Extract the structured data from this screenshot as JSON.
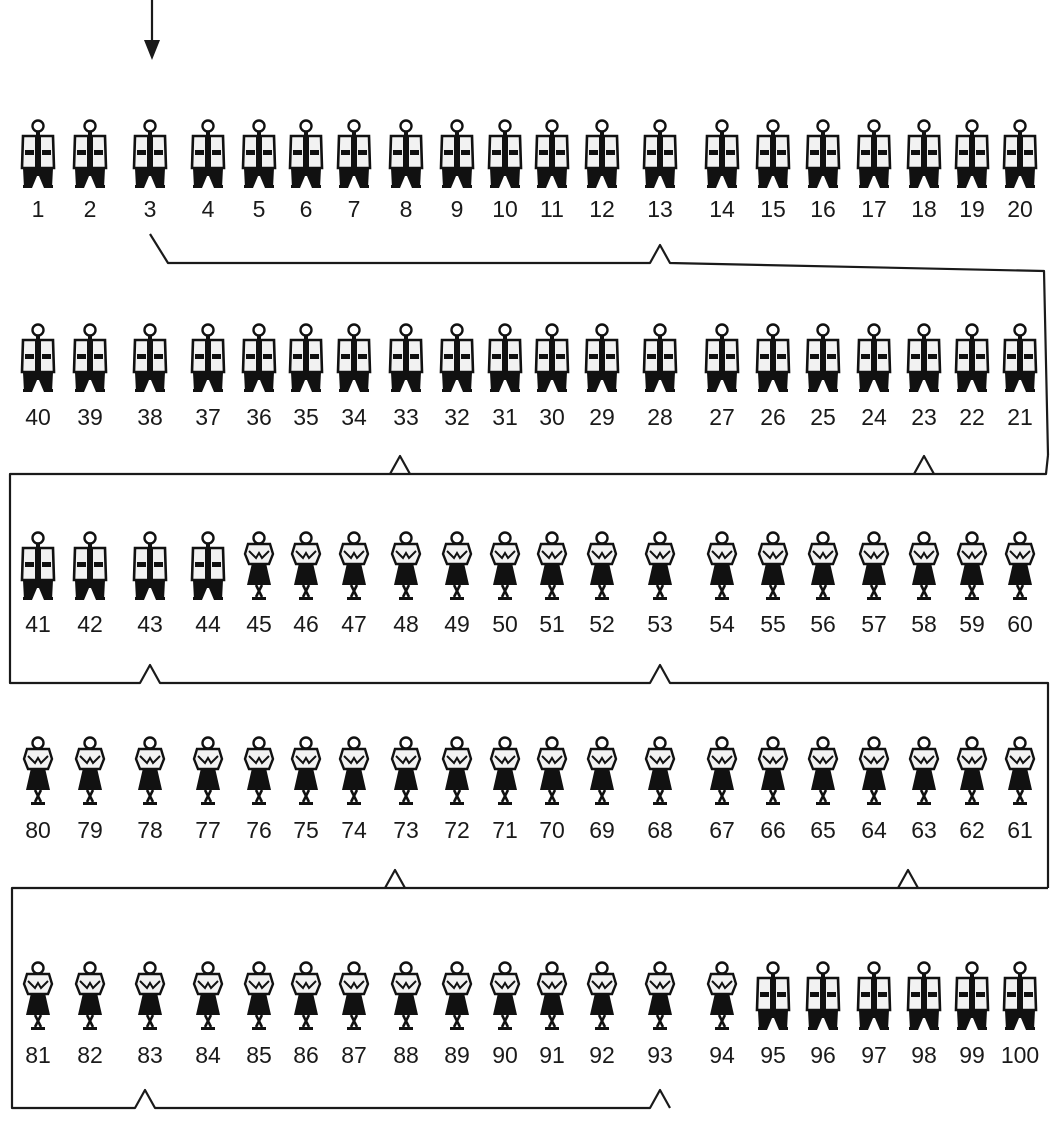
{
  "diagram": {
    "rows": [
      {
        "numbers": [
          "1",
          "2",
          "3",
          "4",
          "5",
          "6",
          "7",
          "8",
          "9",
          "10",
          "11",
          "12",
          "13",
          "14",
          "15",
          "16",
          "17",
          "18",
          "19",
          "20"
        ],
        "figures": [
          "m",
          "m",
          "m",
          "m",
          "m",
          "m",
          "m",
          "m",
          "m",
          "m",
          "m",
          "m",
          "m",
          "m",
          "m",
          "m",
          "m",
          "m",
          "m",
          "m"
        ]
      },
      {
        "numbers": [
          "40",
          "39",
          "38",
          "37",
          "36",
          "35",
          "34",
          "33",
          "32",
          "31",
          "30",
          "29",
          "28",
          "27",
          "26",
          "25",
          "24",
          "23",
          "22",
          "21"
        ],
        "figures": [
          "m",
          "m",
          "m",
          "m",
          "m",
          "m",
          "m",
          "m",
          "m",
          "m",
          "m",
          "m",
          "m",
          "m",
          "m",
          "m",
          "m",
          "m",
          "m",
          "m"
        ]
      },
      {
        "numbers": [
          "41",
          "42",
          "43",
          "44",
          "45",
          "46",
          "47",
          "48",
          "49",
          "50",
          "51",
          "52",
          "53",
          "54",
          "55",
          "56",
          "57",
          "58",
          "59",
          "60"
        ],
        "figures": [
          "m",
          "m",
          "m",
          "m",
          "f",
          "f",
          "f",
          "f",
          "f",
          "f",
          "f",
          "f",
          "f",
          "f",
          "f",
          "f",
          "f",
          "f",
          "f",
          "f"
        ]
      },
      {
        "numbers": [
          "80",
          "79",
          "78",
          "77",
          "76",
          "75",
          "74",
          "73",
          "72",
          "71",
          "70",
          "69",
          "68",
          "67",
          "66",
          "65",
          "64",
          "63",
          "62",
          "61"
        ],
        "figures": [
          "f",
          "f",
          "f",
          "f",
          "f",
          "f",
          "f",
          "f",
          "f",
          "f",
          "f",
          "f",
          "f",
          "f",
          "f",
          "f",
          "f",
          "f",
          "f",
          "f"
        ]
      },
      {
        "numbers": [
          "81",
          "82",
          "83",
          "84",
          "85",
          "86",
          "87",
          "88",
          "89",
          "90",
          "91",
          "92",
          "93",
          "94",
          "95",
          "96",
          "97",
          "98",
          "99",
          "100"
        ],
        "figures": [
          "f",
          "f",
          "f",
          "f",
          "f",
          "f",
          "f",
          "f",
          "f",
          "f",
          "f",
          "f",
          "f",
          "f",
          "m",
          "m",
          "m",
          "m",
          "m",
          "m"
        ]
      }
    ],
    "start_marker": "3"
  }
}
